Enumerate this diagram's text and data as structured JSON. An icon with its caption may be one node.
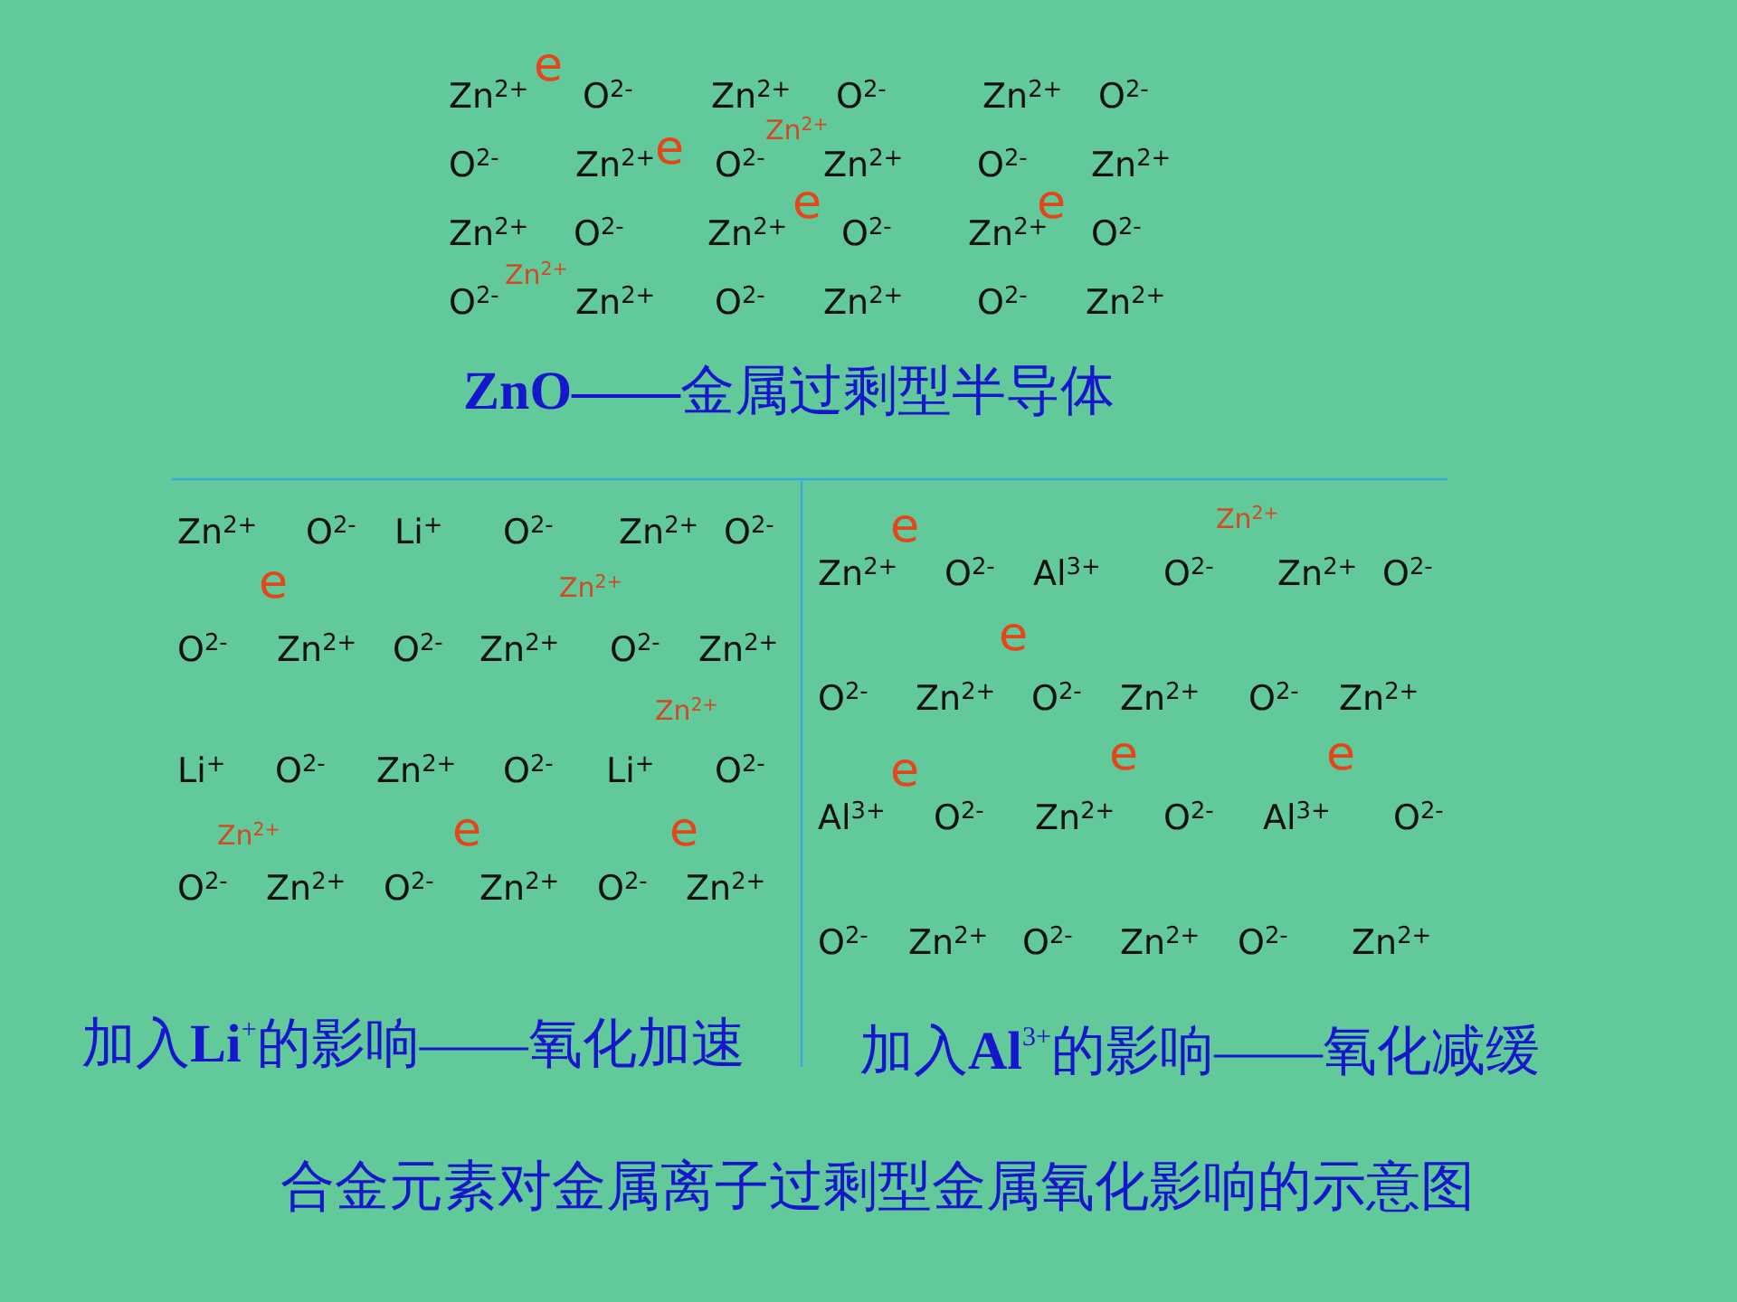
{
  "diagram": {
    "caption": "合金元素对金属离子过剩型金属氧化影响的示意图",
    "labels": [
      "e",
      "Zn$^{2+}$",
      "O$^{2-}$",
      "Zn$^{2+}$",
      "O$^{2-}$",
      "Zn$^{2+}$",
      "O$^{2-}$",
      "Zn$^{2+}$",
      "O$^{2-}$",
      "Zn$^{2+}$",
      "e",
      "O$^{2-}$",
      "Zn$^{2+}$",
      "O$^{2-}$",
      "Zn$^{2+}$",
      "e",
      "e",
      "Zn$^{2+}$",
      "O$^{2-}$",
      "Zn$^{2+}$",
      "O$^{2-}$",
      "Zn$^{2+}$",
      "O$^{2-}$",
      "Zn$^{2+}$",
      "O$^{2-}$",
      "Zn$^{2+}$",
      "O$^{2-}$",
      "Zn$^{2+}$",
      "O$^{2-}$",
      "Zn$^{2+}$",
      "**ZnO——**金属过剩型半导体",
      "Zn$^{2+}$",
      "O$^{2-}$",
      "Li$^{+}$",
      "O$^{2-}$",
      "Zn$^{2+}$",
      "O$^{2-}$",
      "e",
      "Zn$^{2+}$",
      "O$^{2-}$",
      "Zn$^{2+}$",
      "O$^{2-}$",
      "Zn$^{2+}$",
      "O$^{2-}$",
      "Zn$^{2+}$",
      "Zn$^{2+}$",
      "Li$^{+}$",
      "O$^{2-}$",
      "Zn$^{2+}$",
      "O$^{2-}$",
      "Li$^{+}$",
      "O$^{2-}$",
      "Zn$^{2+}$",
      "e",
      "e",
      "O$^{2-}$",
      "Zn$^{2+}$",
      "O$^{2-}$",
      "Zn$^{2+}$",
      "O$^{2-}$",
      "Zn$^{2+}$",
      "e",
      "Zn$^{2+}$",
      "Zn$^{2+}$",
      "O$^{2-}$",
      "Al$^{3+}$",
      "O$^{2-}$",
      "Zn$^{2+}$",
      "O$^{2-}$",
      "e",
      "O$^{2-}$",
      "Zn$^{2+}$",
      "O$^{2-}$",
      "Zn$^{2+}$",
      "O$^{2-}$",
      "Zn$^{2+}$",
      "e",
      "e",
      "e",
      "Al$^{3+}$",
      "O$^{2-}$",
      "Zn$^{2+}$",
      "O$^{2-}$",
      "Al$^{3+}$",
      "O$^{2-}$",
      "O$^{2-}$",
      "Zn$^{2+}$",
      "O$^{2-}$",
      "Zn$^{2+}$",
      "O$^{2-}$",
      "Zn$^{2+}$",
      "加入**Li**$^{+}$的影响——氧化加速",
      "加入**Al**$^{3+}$的影响——氧化减缓"
    ]
  }
}
